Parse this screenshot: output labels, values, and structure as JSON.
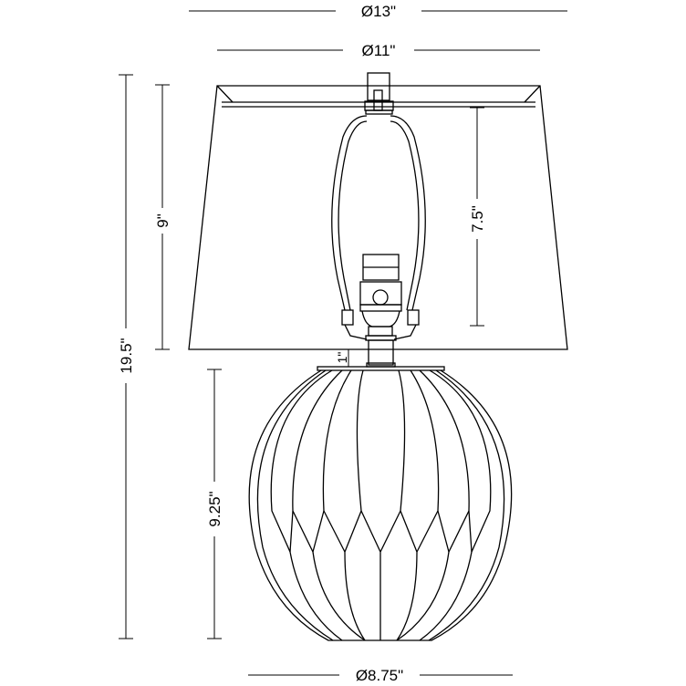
{
  "dimensions": {
    "shade_bottom_diameter": "Ø13\"",
    "shade_top_diameter": "Ø11\"",
    "overall_height": "19.5\"",
    "shade_height": "9\"",
    "harp_height": "7.5\"",
    "neck_height": "1\"",
    "base_height": "9.25\"",
    "base_diameter": "Ø8.75\""
  },
  "colors": {
    "line": "#000000",
    "background": "#ffffff"
  }
}
